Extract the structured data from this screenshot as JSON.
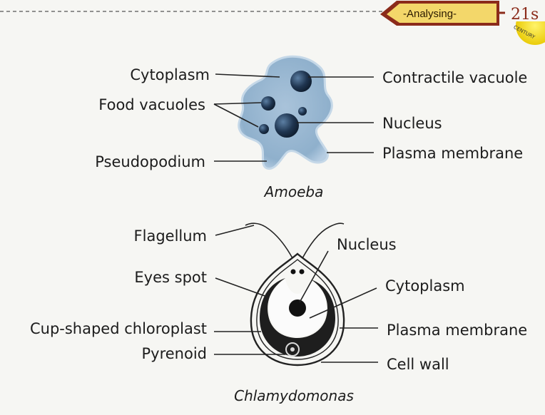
{
  "header": {
    "badge_label": "-Analysing-",
    "tag_text": "21s",
    "seal_text": "CENTURY"
  },
  "amoeba": {
    "caption": "Amoeba",
    "labels": {
      "cytoplasm": "Cytoplasm",
      "food_vacuoles": "Food vacuoles",
      "pseudopodium": "Pseudopodium",
      "contractile_vacuole": "Contractile vacuole",
      "nucleus": "Nucleus",
      "plasma_membrane": "Plasma membrane"
    }
  },
  "chlamydomonas": {
    "caption": "Chlamydomonas",
    "labels": {
      "flagellum": "Flagellum",
      "eyes_spot": "Eyes spot",
      "cup_chloroplast": "Cup-shaped chloroplast",
      "pyrenoid": "Pyrenoid",
      "nucleus": "Nucleus",
      "cytoplasm": "Cytoplasm",
      "plasma_membrane": "Plasma membrane",
      "cell_wall": "Cell wall"
    }
  },
  "colors": {
    "amoeba_body": "#8fb0cc",
    "amoeba_edge": "#c5d8e8",
    "vacuole": "#1f3550",
    "chloroplast": "#1e1e1e",
    "badge_fill": "#f3d76a",
    "badge_border": "#8b2b1a"
  }
}
